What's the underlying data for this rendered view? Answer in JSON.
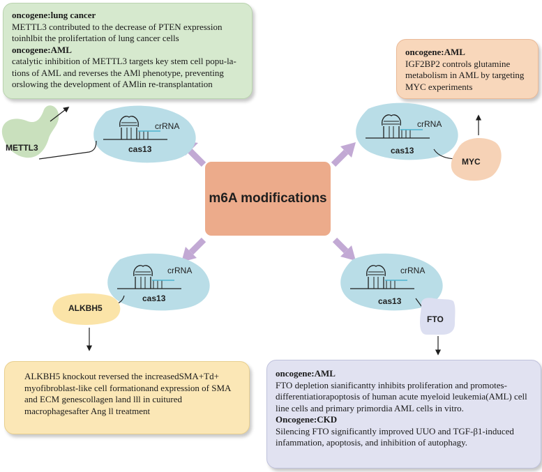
{
  "center": {
    "title": "m6A modifications"
  },
  "complex": {
    "rna_label": "crRNA",
    "protein_label": "cas13"
  },
  "proteins": {
    "mettl3": "METTL3",
    "myc": "MYC",
    "alkbh5": "ALKBH5",
    "fto": "FTO"
  },
  "boxes": {
    "top_left": {
      "heading1": "oncogene:lung cancer",
      "text1": "METTL3 contributed to the decrease of PTEN expression toinhlbit the prolifertation of lung cancer cells",
      "heading2": "oncogene:AML",
      "text2": "catalytic inhibition of METTL3 targets key stem cell popu-la-tions of AML and reverses the AMl phenotype, preventing orslowing the development of AMlin re-transplantation"
    },
    "top_right": {
      "heading": "oncogene:AML",
      "text": "IGF2BP2 controls glutamine metabolism in AML by targeting MYC experiments"
    },
    "bottom_left": {
      "text": "ALKBH5 knockout reversed the increasedSMA+Td+ myofibroblast-like cell formationand expression of SMA and ECM genescollagen land lll in cuitured macrophagesafter Ang ll treatment"
    },
    "bottom_right": {
      "heading1": "oncogene:AML",
      "text1": "FTO depletion sianificantty inhibits proliferation and promotes-differentiatiorapoptosis of human acute myeloid leukemia(AML) cell line cells and primary primordia AML cells in vitro.",
      "heading2": "Oncogene:CKD",
      "text2": "Silencing FTO significantly improved UUO and TGF-β1-induced infammation, apoptosis, and inhibition of autophagy."
    }
  },
  "colors": {
    "center": "#ecab8b",
    "cas13": "#b9dde7",
    "arrow": "#c2a9d4",
    "mettl3": "#c9e0bd",
    "myc": "#f6d2b6",
    "alkbh5": "#fbe4a8",
    "fto": "#dcdff1",
    "rna_accent": "#4fb3cf"
  }
}
